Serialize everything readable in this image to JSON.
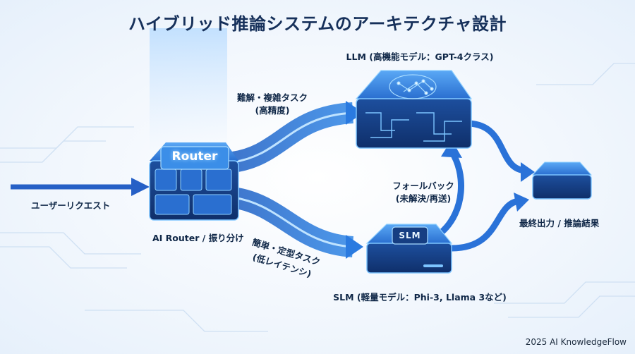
{
  "title": "ハイブリッド推論システムのアーキテクチャ設計",
  "input": {
    "label": "ユーザーリクエスト"
  },
  "router": {
    "box_text": "Router",
    "caption": "AI Router / 振り分け"
  },
  "llm": {
    "caption": "LLM (高機能モデル：GPT-4クラス)"
  },
  "slm": {
    "box_text": "SLM",
    "caption": "SLM (軽量モデル：Phi-3, Llama 3など)"
  },
  "paths": {
    "hard": {
      "line1": "難解・複雑タスク",
      "line2": "(高精度)"
    },
    "simple": {
      "line1": "簡単・定型タスク",
      "line2": "(低レイテンシ)"
    },
    "fallback": {
      "line1": "フォールバック",
      "line2": "(未解決/再送)"
    }
  },
  "output": {
    "label": "最終出力 / 推論結果"
  },
  "credit": "2025 AI KnowledgeFlow",
  "colors": {
    "accent": "#1f6fd6",
    "dark": "#0f2747",
    "glow": "#7cc4ff"
  }
}
